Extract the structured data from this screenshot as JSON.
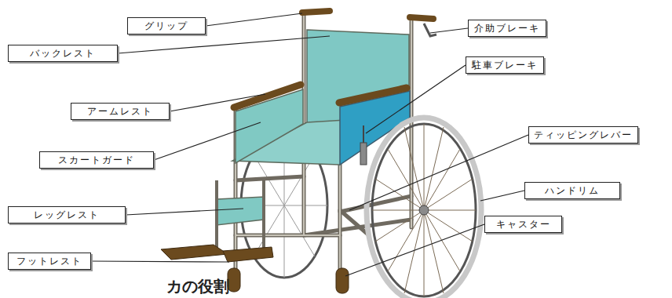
{
  "diagram": {
    "nodes": [
      {
        "text": [
          "グリップ"
        ]
      },
      {
        "text": [
          "介助ブレーキ"
        ]
      },
      {
        "text": [
          "バックレスト"
        ]
      },
      {
        "text": [
          "駐車ブレーキ"
        ]
      },
      {
        "text": [
          "アームレスト"
        ]
      },
      {
        "text": [
          "ティッピングレバー"
        ]
      },
      {
        "text": [
          "スカートガード"
        ]
      },
      {
        "text": [
          "ハンドリム"
        ]
      },
      {
        "text": [
          "レッグレスト"
        ]
      },
      {
        "text": [
          "キャスター"
        ]
      },
      {
        "text": [
          "フットレスト"
        ]
      }
    ],
    "labels": [
      "カの役割"
    ]
  }
}
